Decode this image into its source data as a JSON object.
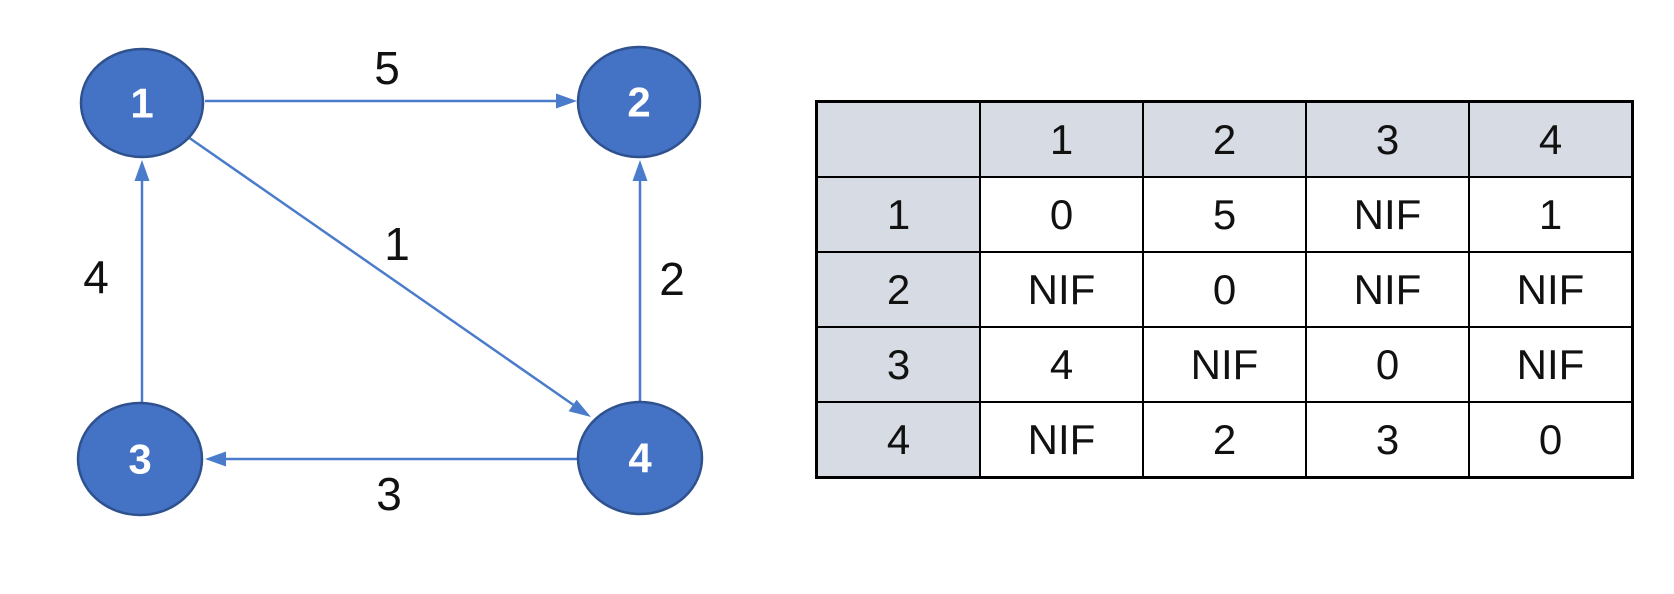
{
  "graph": {
    "nodes": [
      {
        "id": "1",
        "label": "1"
      },
      {
        "id": "2",
        "label": "2"
      },
      {
        "id": "3",
        "label": "3"
      },
      {
        "id": "4",
        "label": "4"
      }
    ],
    "edges": [
      {
        "from": "1",
        "to": "2",
        "weight": "5"
      },
      {
        "from": "3",
        "to": "1",
        "weight": "4"
      },
      {
        "from": "1",
        "to": "4",
        "weight": "1"
      },
      {
        "from": "4",
        "to": "2",
        "weight": "2"
      },
      {
        "from": "4",
        "to": "3",
        "weight": "3"
      }
    ]
  },
  "table": {
    "corner": "",
    "col_headers": [
      "1",
      "2",
      "3",
      "4"
    ],
    "rows": [
      {
        "header": "1",
        "cells": [
          "0",
          "5",
          "NIF",
          "1"
        ]
      },
      {
        "header": "2",
        "cells": [
          "NIF",
          "0",
          "NIF",
          "NIF"
        ]
      },
      {
        "header": "3",
        "cells": [
          "4",
          "NIF",
          "0",
          "NIF"
        ]
      },
      {
        "header": "4",
        "cells": [
          "NIF",
          "2",
          "3",
          "0"
        ]
      }
    ],
    "no_edge_value": "NIF"
  },
  "colors": {
    "node_fill": "#4472C4",
    "node_border": "#2F528F",
    "edge_line": "#4A7CCB",
    "label_text": "#111111",
    "node_text": "#FFFFFF",
    "table_header_bg": "#D7DBE3",
    "table_border": "#000000",
    "background": "#FFFFFF"
  }
}
